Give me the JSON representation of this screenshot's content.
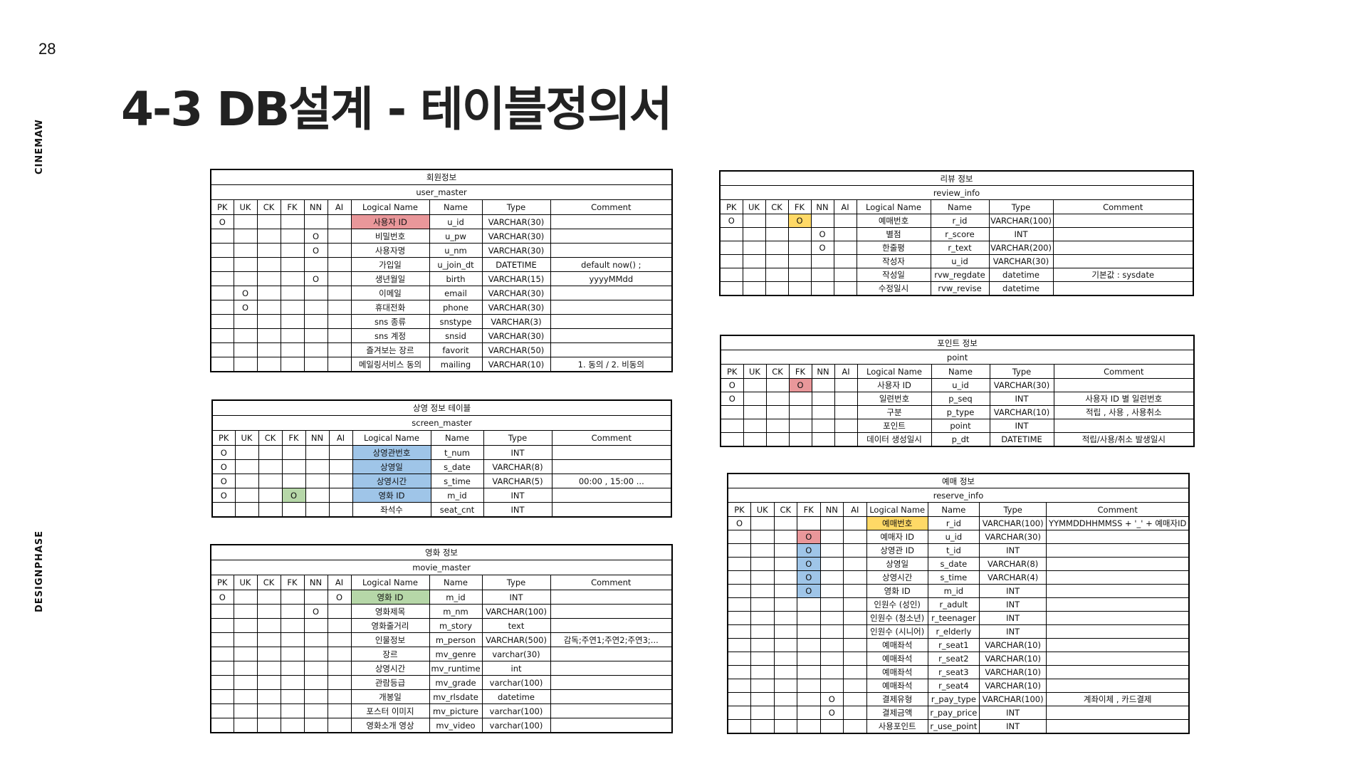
{
  "page_number": "28",
  "title": "4-3 DB설계 - 테이블정의서",
  "side_labels": {
    "brand": "CINEMAW",
    "phase": "DESIGNPHASE"
  },
  "col_headers": [
    "PK",
    "UK",
    "CK",
    "FK",
    "NN",
    "AI",
    "Logical Name",
    "Name",
    "Type",
    "Comment"
  ],
  "colors": {
    "red": "#e9979a",
    "blue": "#9fc5e8",
    "green": "#b6d7a8",
    "yellow": "#ffd966"
  },
  "tables": [
    {
      "id": "user",
      "caption": "회원정보",
      "table_name": "user_master",
      "rows": [
        {
          "pk": "O",
          "uk": "",
          "ck": "",
          "fk": "",
          "nn": "",
          "ai": "",
          "logical": "사용자 ID",
          "name": "u_id",
          "type": "VARCHAR(30)",
          "comment": "",
          "hl": "red"
        },
        {
          "pk": "",
          "uk": "",
          "ck": "",
          "fk": "",
          "nn": "O",
          "ai": "",
          "logical": "비밀번호",
          "name": "u_pw",
          "type": "VARCHAR(30)",
          "comment": ""
        },
        {
          "pk": "",
          "uk": "",
          "ck": "",
          "fk": "",
          "nn": "O",
          "ai": "",
          "logical": "사용자명",
          "name": "u_nm",
          "type": "VARCHAR(30)",
          "comment": ""
        },
        {
          "pk": "",
          "uk": "",
          "ck": "",
          "fk": "",
          "nn": "",
          "ai": "",
          "logical": "가입일",
          "name": "u_join_dt",
          "type": "DATETIME",
          "comment": "default now() ;"
        },
        {
          "pk": "",
          "uk": "",
          "ck": "",
          "fk": "",
          "nn": "O",
          "ai": "",
          "logical": "생년월일",
          "name": "birth",
          "type": "VARCHAR(15)",
          "comment": "yyyyMMdd"
        },
        {
          "pk": "",
          "uk": "O",
          "ck": "",
          "fk": "",
          "nn": "",
          "ai": "",
          "logical": "이메일",
          "name": "email",
          "type": "VARCHAR(30)",
          "comment": ""
        },
        {
          "pk": "",
          "uk": "O",
          "ck": "",
          "fk": "",
          "nn": "",
          "ai": "",
          "logical": "휴대전화",
          "name": "phone",
          "type": "VARCHAR(30)",
          "comment": ""
        },
        {
          "pk": "",
          "uk": "",
          "ck": "",
          "fk": "",
          "nn": "",
          "ai": "",
          "logical": "sns 종류",
          "name": "snstype",
          "type": "VARCHAR(3)",
          "comment": ""
        },
        {
          "pk": "",
          "uk": "",
          "ck": "",
          "fk": "",
          "nn": "",
          "ai": "",
          "logical": "sns 계정",
          "name": "snsid",
          "type": "VARCHAR(30)",
          "comment": ""
        },
        {
          "pk": "",
          "uk": "",
          "ck": "",
          "fk": "",
          "nn": "",
          "ai": "",
          "logical": "즐겨보는 장르",
          "name": "favorit",
          "type": "VARCHAR(50)",
          "comment": ""
        },
        {
          "pk": "",
          "uk": "",
          "ck": "",
          "fk": "",
          "nn": "",
          "ai": "",
          "logical": "메일링서비스 동의",
          "name": "mailing",
          "type": "VARCHAR(10)",
          "comment": "1. 동의 / 2. 비동의"
        }
      ]
    },
    {
      "id": "screen",
      "caption": "상영 정보 테이블",
      "table_name": "screen_master",
      "rows": [
        {
          "pk": "O",
          "uk": "",
          "ck": "",
          "fk": "",
          "nn": "",
          "ai": "",
          "logical": "상영관번호",
          "name": "t_num",
          "type": "INT",
          "comment": "",
          "hl": "blue"
        },
        {
          "pk": "O",
          "uk": "",
          "ck": "",
          "fk": "",
          "nn": "",
          "ai": "",
          "logical": "상영일",
          "name": "s_date",
          "type": "VARCHAR(8)",
          "comment": "",
          "hl": "blue"
        },
        {
          "pk": "O",
          "uk": "",
          "ck": "",
          "fk": "",
          "nn": "",
          "ai": "",
          "logical": "상영시간",
          "name": "s_time",
          "type": "VARCHAR(5)",
          "comment": "00:00 , 15:00 ...",
          "hl": "blue"
        },
        {
          "pk": "O",
          "uk": "",
          "ck": "",
          "fk": "O",
          "nn": "",
          "ai": "",
          "logical": "영화 ID",
          "name": "m_id",
          "type": "INT",
          "comment": "",
          "hl": "blue",
          "fkhl": "green"
        },
        {
          "pk": "",
          "uk": "",
          "ck": "",
          "fk": "",
          "nn": "",
          "ai": "",
          "logical": "좌석수",
          "name": "seat_cnt",
          "type": "INT",
          "comment": ""
        }
      ]
    },
    {
      "id": "movie",
      "caption": "영화 정보",
      "table_name": "movie_master",
      "rows": [
        {
          "pk": "O",
          "uk": "",
          "ck": "",
          "fk": "",
          "nn": "",
          "ai": "O",
          "logical": "영화 ID",
          "name": "m_id",
          "type": "INT",
          "comment": "",
          "hl": "green"
        },
        {
          "pk": "",
          "uk": "",
          "ck": "",
          "fk": "",
          "nn": "O",
          "ai": "",
          "logical": "영화제목",
          "name": "m_nm",
          "type": "VARCHAR(100)",
          "comment": ""
        },
        {
          "pk": "",
          "uk": "",
          "ck": "",
          "fk": "",
          "nn": "",
          "ai": "",
          "logical": "영화줄거리",
          "name": "m_story",
          "type": "text",
          "comment": ""
        },
        {
          "pk": "",
          "uk": "",
          "ck": "",
          "fk": "",
          "nn": "",
          "ai": "",
          "logical": "인물정보",
          "name": "m_person",
          "type": "VARCHAR(500)",
          "comment": "감독;주연1;주연2;주연3;..."
        },
        {
          "pk": "",
          "uk": "",
          "ck": "",
          "fk": "",
          "nn": "",
          "ai": "",
          "logical": "장르",
          "name": "mv_genre",
          "type": "varchar(30)",
          "comment": ""
        },
        {
          "pk": "",
          "uk": "",
          "ck": "",
          "fk": "",
          "nn": "",
          "ai": "",
          "logical": "상영시간",
          "name": "mv_runtime",
          "type": "int",
          "comment": ""
        },
        {
          "pk": "",
          "uk": "",
          "ck": "",
          "fk": "",
          "nn": "",
          "ai": "",
          "logical": "관람등급",
          "name": "mv_grade",
          "type": "varchar(100)",
          "comment": ""
        },
        {
          "pk": "",
          "uk": "",
          "ck": "",
          "fk": "",
          "nn": "",
          "ai": "",
          "logical": "개봉일",
          "name": "mv_rlsdate",
          "type": "datetime",
          "comment": ""
        },
        {
          "pk": "",
          "uk": "",
          "ck": "",
          "fk": "",
          "nn": "",
          "ai": "",
          "logical": "포스터 이미지",
          "name": "mv_picture",
          "type": "varchar(100)",
          "comment": ""
        },
        {
          "pk": "",
          "uk": "",
          "ck": "",
          "fk": "",
          "nn": "",
          "ai": "",
          "logical": "영화소개 영상",
          "name": "mv_video",
          "type": "varchar(100)",
          "comment": ""
        }
      ]
    },
    {
      "id": "review",
      "caption": "리뷰 정보",
      "table_name": "review_info",
      "rows": [
        {
          "pk": "O",
          "uk": "",
          "ck": "",
          "fk": "O",
          "nn": "",
          "ai": "",
          "logical": "예매번호",
          "name": "r_id",
          "type": "VARCHAR(100)",
          "comment": "",
          "fkhl": "yellow"
        },
        {
          "pk": "",
          "uk": "",
          "ck": "",
          "fk": "",
          "nn": "O",
          "ai": "",
          "logical": "별점",
          "name": "r_score",
          "type": "INT",
          "comment": ""
        },
        {
          "pk": "",
          "uk": "",
          "ck": "",
          "fk": "",
          "nn": "O",
          "ai": "",
          "logical": "한줄평",
          "name": "r_text",
          "type": "VARCHAR(200)",
          "comment": ""
        },
        {
          "pk": "",
          "uk": "",
          "ck": "",
          "fk": "",
          "nn": "",
          "ai": "",
          "logical": "작성자",
          "name": "u_id",
          "type": "VARCHAR(30)",
          "comment": ""
        },
        {
          "pk": "",
          "uk": "",
          "ck": "",
          "fk": "",
          "nn": "",
          "ai": "",
          "logical": "작성일",
          "name": "rvw_regdate",
          "type": "datetime",
          "comment": "기본값 : sysdate"
        },
        {
          "pk": "",
          "uk": "",
          "ck": "",
          "fk": "",
          "nn": "",
          "ai": "",
          "logical": "수정일시",
          "name": "rvw_revise",
          "type": "datetime",
          "comment": ""
        }
      ]
    },
    {
      "id": "point",
      "caption": "포인트 정보",
      "table_name": "point",
      "rows": [
        {
          "pk": "O",
          "uk": "",
          "ck": "",
          "fk": "O",
          "nn": "",
          "ai": "",
          "logical": "사용자 ID",
          "name": "u_id",
          "type": "VARCHAR(30)",
          "comment": "",
          "fkhl": "red"
        },
        {
          "pk": "O",
          "uk": "",
          "ck": "",
          "fk": "",
          "nn": "",
          "ai": "",
          "logical": "일련번호",
          "name": "p_seq",
          "type": "INT",
          "comment": "사용자 ID 별 일련번호"
        },
        {
          "pk": "",
          "uk": "",
          "ck": "",
          "fk": "",
          "nn": "",
          "ai": "",
          "logical": "구분",
          "name": "p_type",
          "type": "VARCHAR(10)",
          "comment": "적립 , 사용 , 사용취소"
        },
        {
          "pk": "",
          "uk": "",
          "ck": "",
          "fk": "",
          "nn": "",
          "ai": "",
          "logical": "포인트",
          "name": "point",
          "type": "INT",
          "comment": ""
        },
        {
          "pk": "",
          "uk": "",
          "ck": "",
          "fk": "",
          "nn": "",
          "ai": "",
          "logical": "데이터 생성일시",
          "name": "p_dt",
          "type": "DATETIME",
          "comment": "적립/사용/취소 발생일시"
        }
      ]
    },
    {
      "id": "reserve",
      "caption": "예매 정보",
      "table_name": "reserve_info",
      "rows": [
        {
          "pk": "O",
          "uk": "",
          "ck": "",
          "fk": "",
          "nn": "",
          "ai": "",
          "logical": "예매번호",
          "name": "r_id",
          "type": "VARCHAR(100)",
          "comment": "YYMMDDHHMMSS + '_' + 예매자ID",
          "hl": "yellow"
        },
        {
          "pk": "",
          "uk": "",
          "ck": "",
          "fk": "O",
          "nn": "",
          "ai": "",
          "logical": "예매자 ID",
          "name": "u_id",
          "type": "VARCHAR(30)",
          "comment": "",
          "fkhl": "red"
        },
        {
          "pk": "",
          "uk": "",
          "ck": "",
          "fk": "O",
          "nn": "",
          "ai": "",
          "logical": "상영관 ID",
          "name": "t_id",
          "type": "INT",
          "comment": "",
          "fkhl": "blue"
        },
        {
          "pk": "",
          "uk": "",
          "ck": "",
          "fk": "O",
          "nn": "",
          "ai": "",
          "logical": "상영일",
          "name": "s_date",
          "type": "VARCHAR(8)",
          "comment": "",
          "fkhl": "blue"
        },
        {
          "pk": "",
          "uk": "",
          "ck": "",
          "fk": "O",
          "nn": "",
          "ai": "",
          "logical": "상영시간",
          "name": "s_time",
          "type": "VARCHAR(4)",
          "comment": "",
          "fkhl": "blue"
        },
        {
          "pk": "",
          "uk": "",
          "ck": "",
          "fk": "O",
          "nn": "",
          "ai": "",
          "logical": "영화 ID",
          "name": "m_id",
          "type": "INT",
          "comment": "",
          "fkhl": "blue"
        },
        {
          "pk": "",
          "uk": "",
          "ck": "",
          "fk": "",
          "nn": "",
          "ai": "",
          "logical": "인원수 (성인)",
          "name": "r_adult",
          "type": "INT",
          "comment": ""
        },
        {
          "pk": "",
          "uk": "",
          "ck": "",
          "fk": "",
          "nn": "",
          "ai": "",
          "logical": "인원수 (청소년)",
          "name": "r_teenager",
          "type": "INT",
          "comment": ""
        },
        {
          "pk": "",
          "uk": "",
          "ck": "",
          "fk": "",
          "nn": "",
          "ai": "",
          "logical": "인원수 (시니어)",
          "name": "r_elderly",
          "type": "INT",
          "comment": ""
        },
        {
          "pk": "",
          "uk": "",
          "ck": "",
          "fk": "",
          "nn": "",
          "ai": "",
          "logical": "예매좌석",
          "name": "r_seat1",
          "type": "VARCHAR(10)",
          "comment": ""
        },
        {
          "pk": "",
          "uk": "",
          "ck": "",
          "fk": "",
          "nn": "",
          "ai": "",
          "logical": "예매좌석",
          "name": "r_seat2",
          "type": "VARCHAR(10)",
          "comment": ""
        },
        {
          "pk": "",
          "uk": "",
          "ck": "",
          "fk": "",
          "nn": "",
          "ai": "",
          "logical": "예매좌석",
          "name": "r_seat3",
          "type": "VARCHAR(10)",
          "comment": ""
        },
        {
          "pk": "",
          "uk": "",
          "ck": "",
          "fk": "",
          "nn": "",
          "ai": "",
          "logical": "예매좌석",
          "name": "r_seat4",
          "type": "VARCHAR(10)",
          "comment": ""
        },
        {
          "pk": "",
          "uk": "",
          "ck": "",
          "fk": "",
          "nn": "O",
          "ai": "",
          "logical": "결제유형",
          "name": "r_pay_type",
          "type": "VARCHAR(100)",
          "comment": "계좌이체 , 카드결제"
        },
        {
          "pk": "",
          "uk": "",
          "ck": "",
          "fk": "",
          "nn": "O",
          "ai": "",
          "logical": "결제금액",
          "name": "r_pay_price",
          "type": "INT",
          "comment": ""
        },
        {
          "pk": "",
          "uk": "",
          "ck": "",
          "fk": "",
          "nn": "",
          "ai": "",
          "logical": "사용포인트",
          "name": "r_use_point",
          "type": "INT",
          "comment": ""
        }
      ]
    }
  ]
}
